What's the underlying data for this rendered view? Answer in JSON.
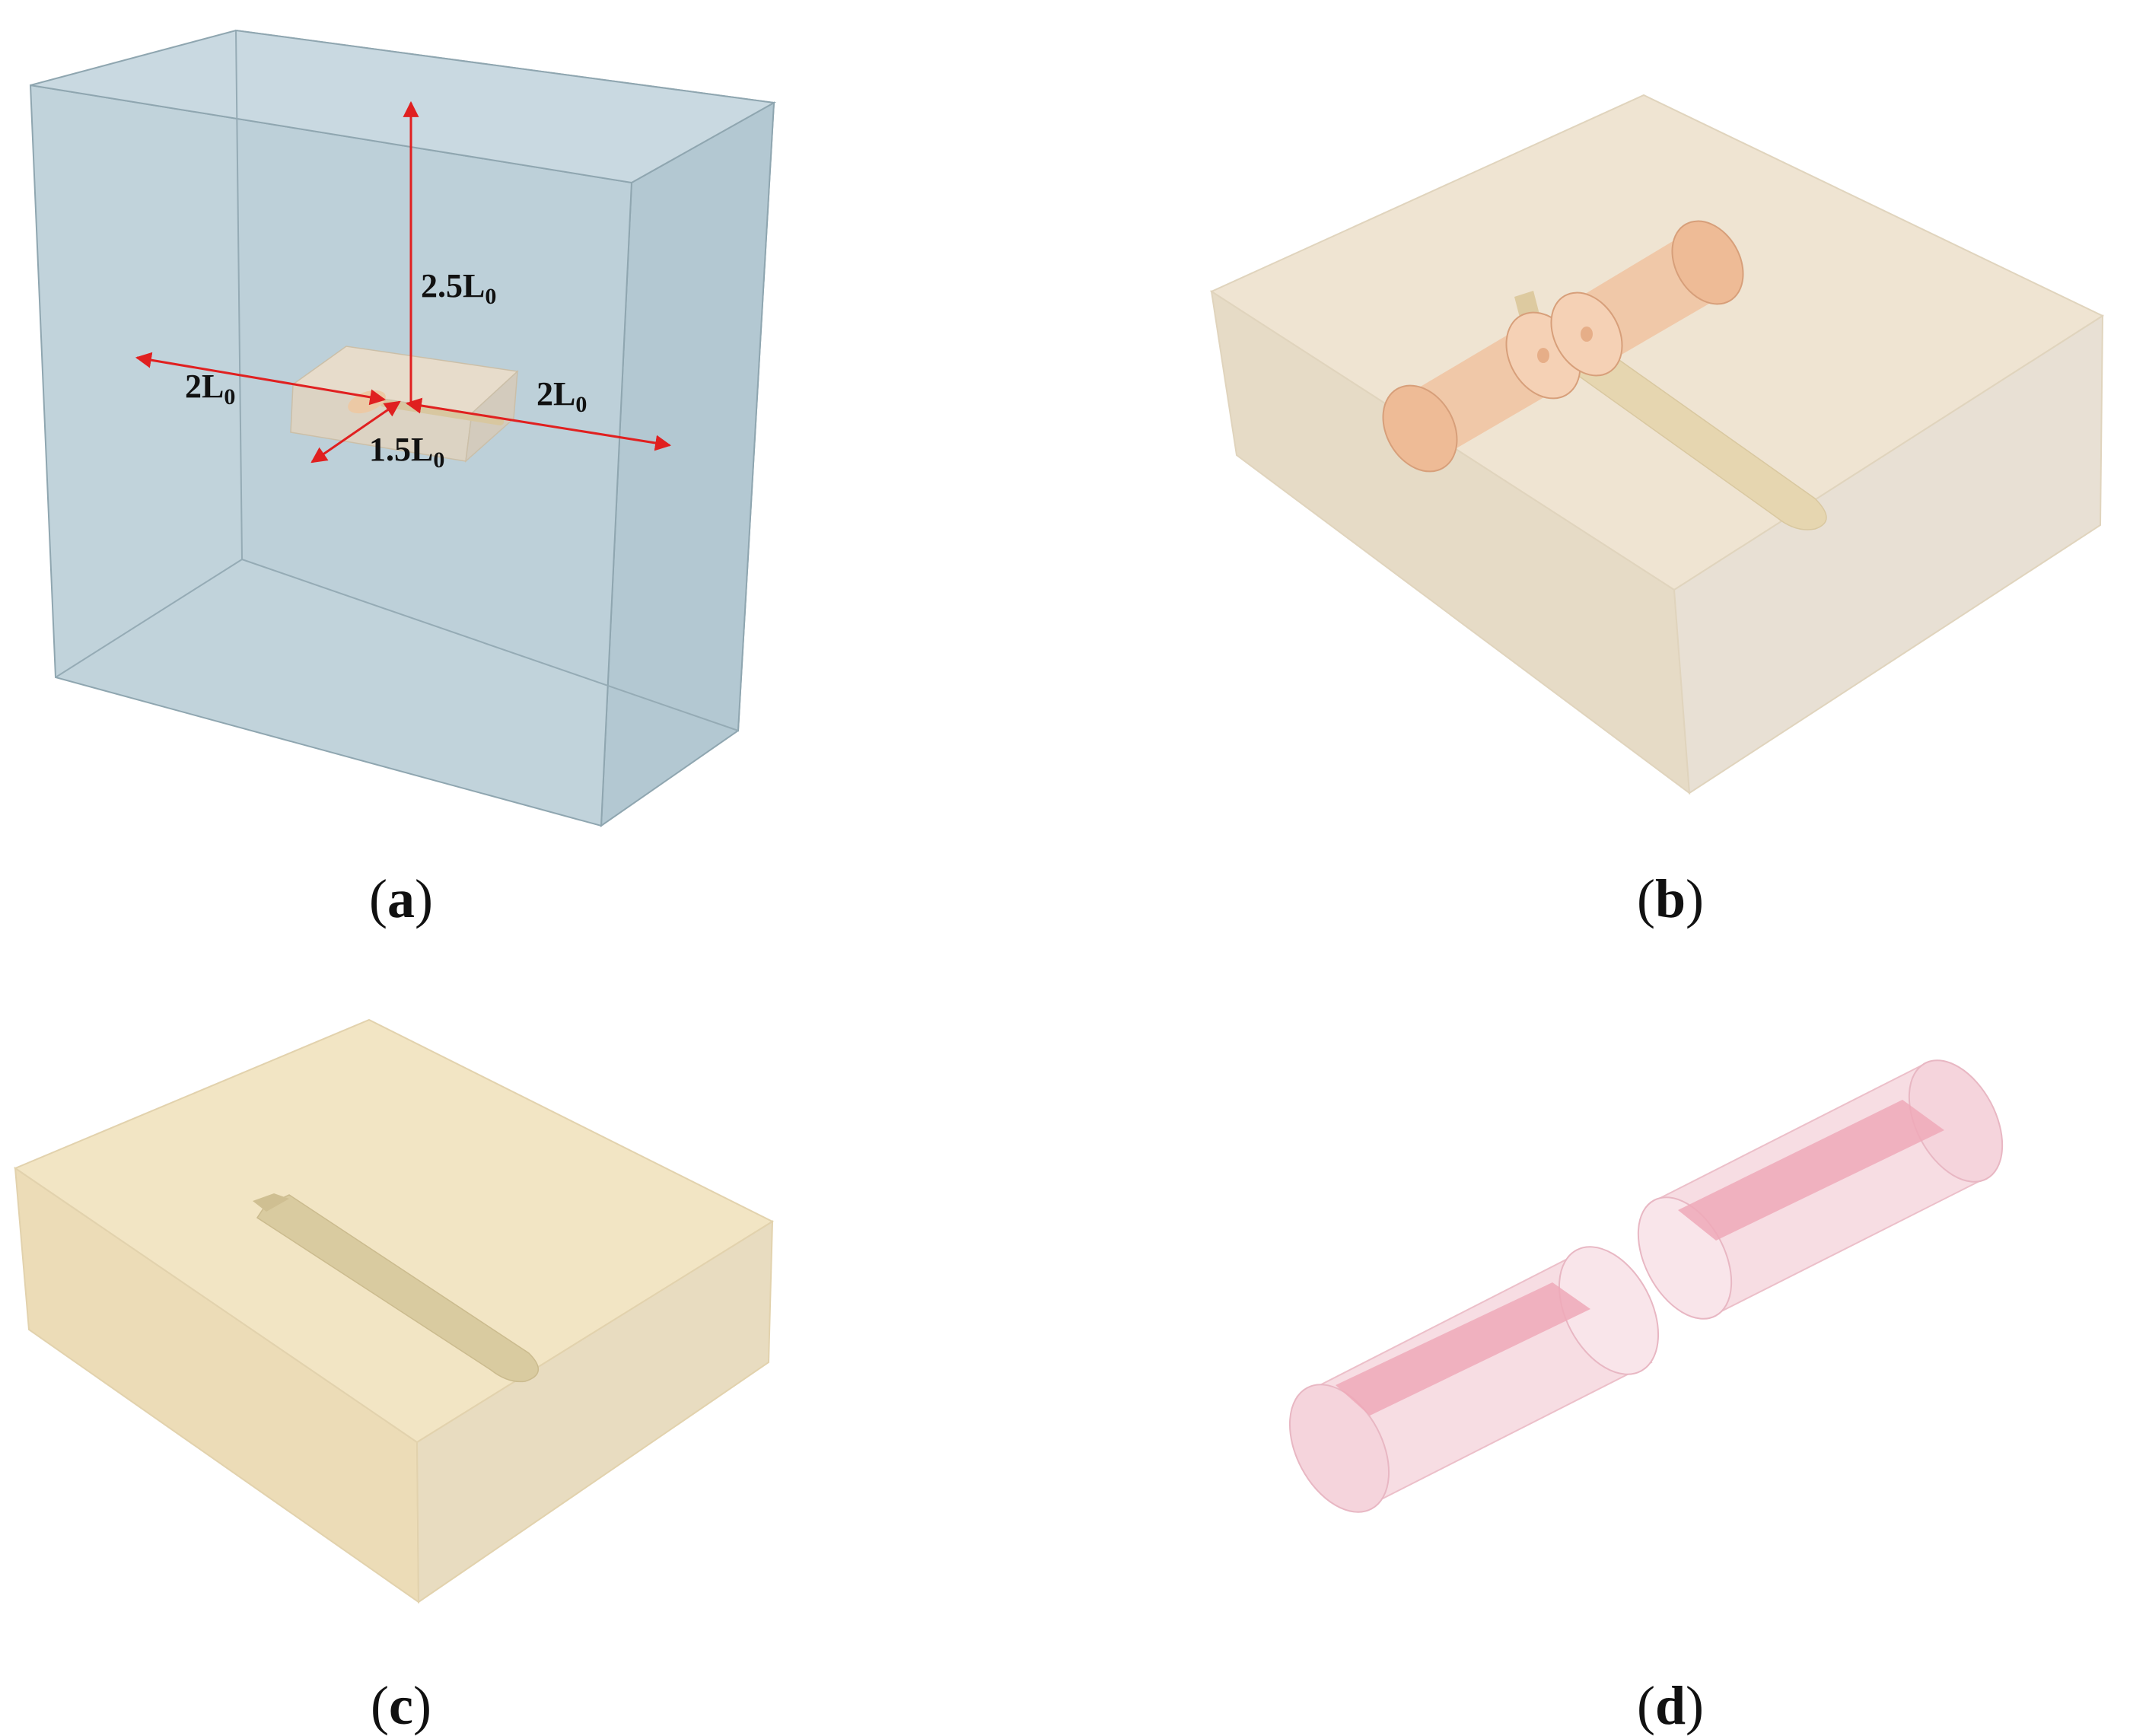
{
  "panel_a": {
    "dims": {
      "top": {
        "main": "2.5L",
        "sub": "0"
      },
      "left": {
        "main": "2L",
        "sub": "0"
      },
      "right": {
        "main": "2L",
        "sub": "0"
      },
      "front": {
        "main": "1.5L",
        "sub": "0"
      }
    },
    "caption": {
      "open": "(",
      "letter": "a",
      "close": ")"
    }
  },
  "panel_b": {
    "caption": {
      "open": "(",
      "letter": "b",
      "close": ")"
    }
  },
  "panel_c": {
    "caption": {
      "open": "(",
      "letter": "c",
      "close": ")"
    }
  },
  "panel_d": {
    "caption": {
      "open": "(",
      "letter": "d",
      "close": ")"
    }
  },
  "colors": {
    "outer_box": "#bccfd8",
    "inner_box": "#efe3cc",
    "hull": "#e8d9b8",
    "cylinder": "#f2c6a8",
    "pink_cylinder": "#f6d7de",
    "pink_plate": "#f0aab9",
    "arrow": "#e02020"
  }
}
